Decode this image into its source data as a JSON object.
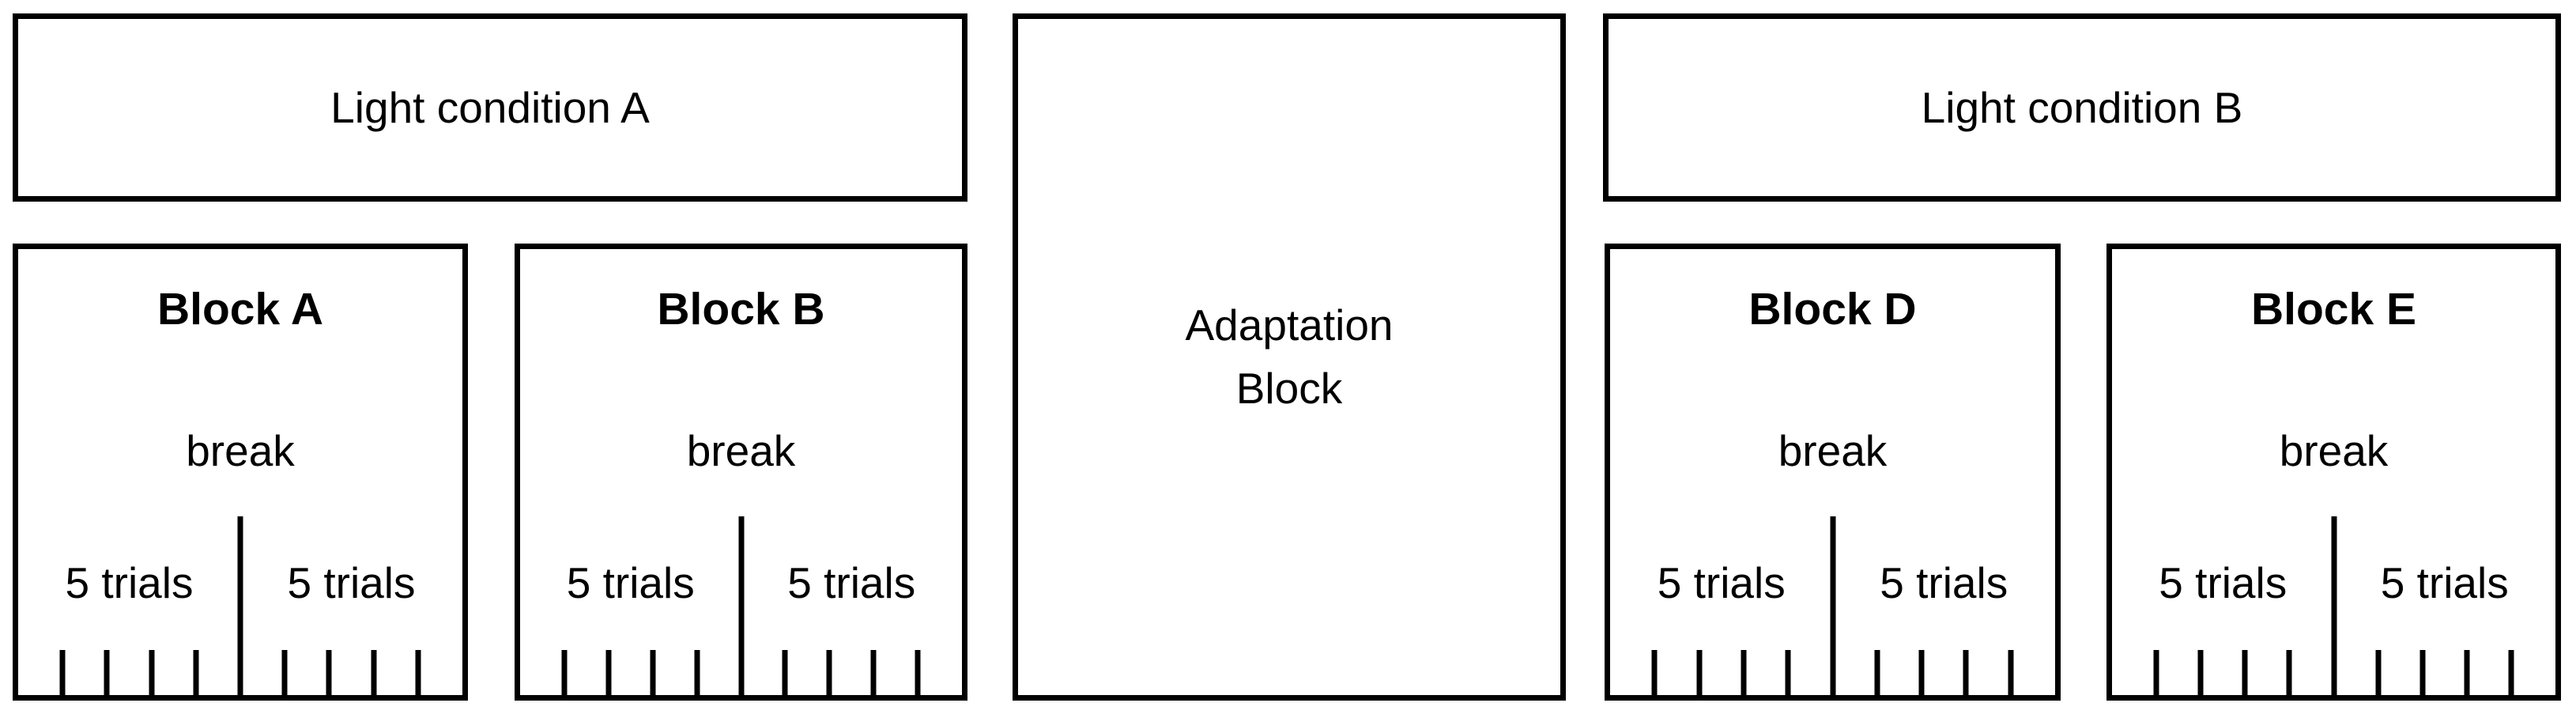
{
  "colors": {
    "background": "#ffffff",
    "line": "#000000",
    "text": "#000000"
  },
  "light_conditions": [
    {
      "id": "A",
      "label": "Light condition A"
    },
    {
      "id": "B",
      "label": "Light condition B"
    }
  ],
  "adaptation_block": {
    "lines": [
      "Adaptation",
      "Block"
    ]
  },
  "blocks": [
    {
      "title": "Block A",
      "break_label": "break",
      "left_trials_label": "5 trials",
      "right_trials_label": "5 trials",
      "trials_per_half": 5
    },
    {
      "title": "Block B",
      "break_label": "break",
      "left_trials_label": "5 trials",
      "right_trials_label": "5 trials",
      "trials_per_half": 5
    },
    {
      "title": "Block D",
      "break_label": "break",
      "left_trials_label": "5 trials",
      "right_trials_label": "5 trials",
      "trials_per_half": 5
    },
    {
      "title": "Block E",
      "break_label": "break",
      "left_trials_label": "5 trials",
      "right_trials_label": "5 trials",
      "trials_per_half": 5
    }
  ]
}
